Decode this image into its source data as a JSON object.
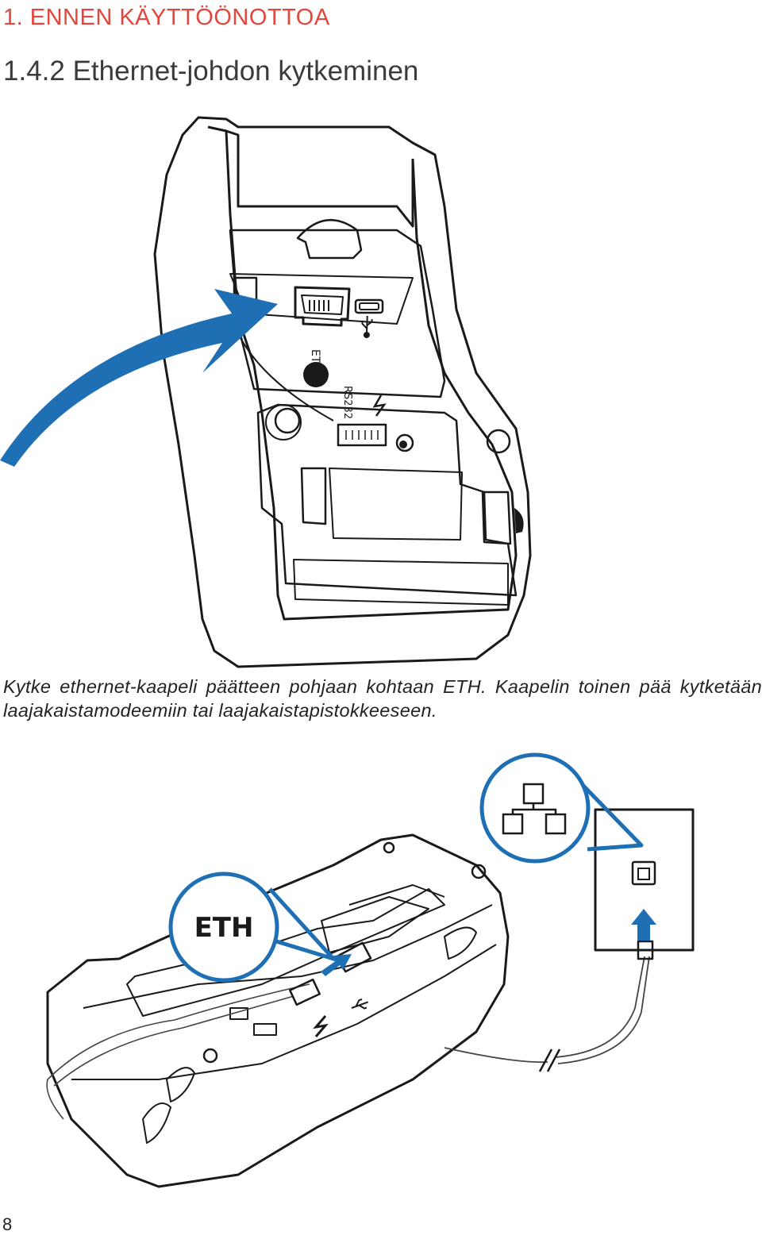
{
  "header": {
    "chapter": "1. ENNEN KÄYTTÖÖNOTTOA",
    "section": "1.4.2 Ethernet-johdon kytkeminen"
  },
  "figure_top": {
    "port_eth": "ETH",
    "port_rs232": "RS232"
  },
  "instructions": {
    "text": "Kytke ethernet-kaapeli päätteen pohjaan kohtaan ETH. Kaapelin toinen pää kytketään laajakaistamodeemiin tai laajakaistapistokkeeseen."
  },
  "figure_bottom": {
    "callout_label": "ETH"
  },
  "colors": {
    "accent_red": "#e2463c",
    "arrow_blue": "#1f6fb5",
    "line": "#1a1a1a"
  },
  "icons": [
    "network-icon",
    "ethernet-socket-icon",
    "usb-icon",
    "power-icon",
    "arrow-icon"
  ],
  "footer": {
    "page_number": "8"
  }
}
